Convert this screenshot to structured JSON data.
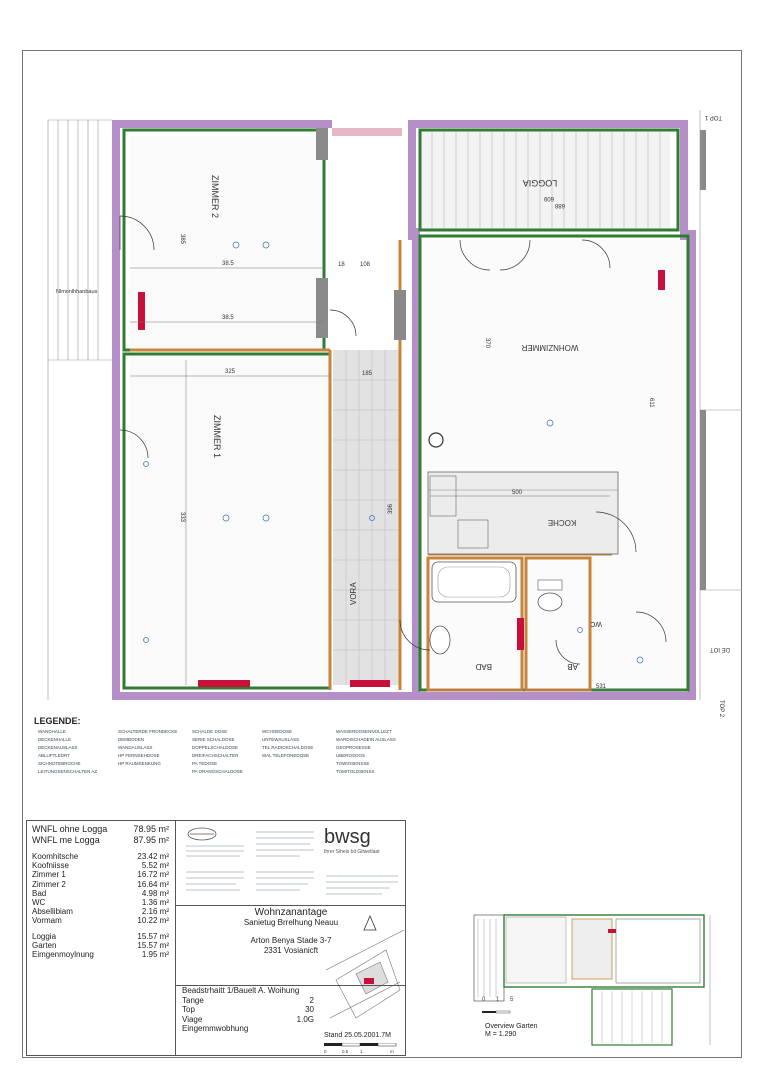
{
  "plan": {
    "room_zimmer2": "ZIMMER 2",
    "room_zimmer1": "ZIMMER 1",
    "room_loggia": "LOGGIA",
    "room_wohnzimmer": "WOHNZIMMER",
    "room_koche": "KOCHE",
    "room_vorraum": "VORA",
    "room_bad": "BAD",
    "room_wc": "WC",
    "room_ab": "AB",
    "dim_385_a": "38.5",
    "dim_385_b": "38.5",
    "dim_385_c": "385",
    "dim_325": "325",
    "dim_333": "333",
    "dim_18": "18",
    "dim_108": "108",
    "dim_185": "185",
    "dim_500": "500",
    "dim_531": "531",
    "dim_611": "611",
    "dim_370": "370",
    "dim_688": "688",
    "dim_609": "609",
    "dim_396": "396",
    "label_nachbarhaus": "Nlmonlhhanbaus",
    "label_top1": "TOP 1",
    "label_top2": "TOP 2",
    "label_weg": "DE IOT"
  },
  "legend": {
    "title": "LEGENDE:",
    "col1": [
      "WANDHALLE",
      "DECKENHALLE",
      "DECKENAUSLASS",
      "ABLUFTLEDRT",
      "SICHNOTEBROCHE",
      "LEITUNGSENSCHALTEN AZ"
    ],
    "col2": [
      "SCHALTERDE FRONDECKE",
      "DEMBODEN",
      "WANDAUSLASS",
      "HP FERNSEHDOSE",
      "HP RAUMSENKUNG"
    ],
    "col3": [
      "SCHALDE DOSE",
      "SERIE SCHALDOSE",
      "DOPPELSCHALDOSE",
      "DREIFACHSCHALTER",
      "PA TEDOSE",
      "PA ORANGSCHALDOSE"
    ],
    "col4": [
      "WCHOEDOSE",
      "UNTEWAUSLASS",
      "TEL RADIOSCHALDOSE",
      "WAL TELEFONEDOSE"
    ],
    "col5": [
      "WASSERDOSENNOLLEZT",
      "WARDISCHADEIN AUSLASS",
      "GEOPROSESSE",
      "UBEROSOOS",
      "TOWIOSENSSE",
      "TOMITOLDSENSS"
    ]
  },
  "areas": {
    "wnfl_ohne_label": "WNFL ohne Logga",
    "wnfl_ohne_value": "78.95 m²",
    "wnfl_me_label": "WNFL me Logga",
    "wnfl_me_value": "87.95 m²",
    "rows": [
      {
        "label": "Koomhitsche",
        "value": "23.42 m²"
      },
      {
        "label": "Koofniisse",
        "value": "5.52 m²"
      },
      {
        "label": "Zimmer 1",
        "value": "16.72 m²"
      },
      {
        "label": "Zimmer 2",
        "value": "16.64 m²"
      },
      {
        "label": "Bad",
        "value": "4.98 m²"
      },
      {
        "label": "WC",
        "value": "1.36 m²"
      },
      {
        "label": "Absellibiam",
        "value": "2.16 m²"
      },
      {
        "label": "Vormam",
        "value": "10.22 m²"
      }
    ],
    "rows2": [
      {
        "label": "Loggia",
        "value": "15.57 m²"
      },
      {
        "label": "Garten",
        "value": "15.57 m²"
      },
      {
        "label": "Eimgenmoylnung",
        "value": "1.95 m²"
      }
    ]
  },
  "project": {
    "title": "Wohnzanantage",
    "subtitle": "Sanietug Brrelhung Neauu",
    "address1": "Arton Benya Stade 3-7",
    "address2": "2331 Vosianicft",
    "line1": "Beadstrhaitt 1/Bauelt A. Woihung",
    "tange_label": "Tange",
    "tange_value": "2",
    "top_label": "Top",
    "top_value": "30",
    "viage_label": "Viage",
    "viage_value": "1.0G",
    "eing_label": "Eingemmwobhung",
    "stand": "Stand 25.05.2001.7M",
    "scale_0": "0",
    "scale_05": "0.5",
    "scale_1": "1",
    "scale_end": "m"
  },
  "company": {
    "logo": "bwsg",
    "tagline": "Ihrer Siheis bit Gitwetlaat"
  },
  "overview": {
    "title": "Overview Garten",
    "scale": "M = 1.290",
    "s0": "0",
    "s1": "1",
    "s5": "5"
  },
  "colors": {
    "wall_green": "#2f7d32",
    "wall_purple": "#b48fc8",
    "wall_orange": "#c8843a",
    "accent_red": "#c8102e",
    "floor_grey": "#d8d8d8"
  }
}
